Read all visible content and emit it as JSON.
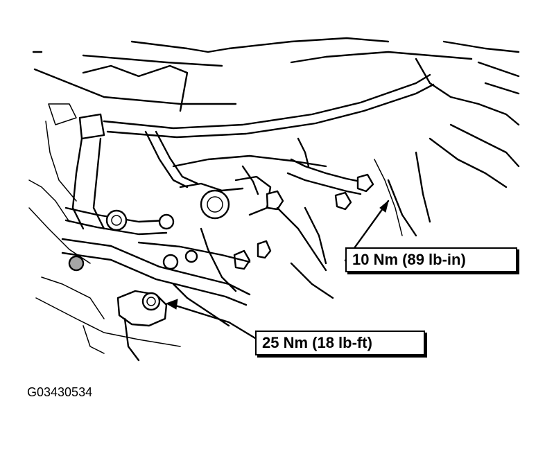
{
  "callouts": {
    "upper_torque": "10 Nm (89 lb-in)",
    "lower_torque": "25 Nm (18 lb-ft)"
  },
  "figure_id": "G03430534"
}
